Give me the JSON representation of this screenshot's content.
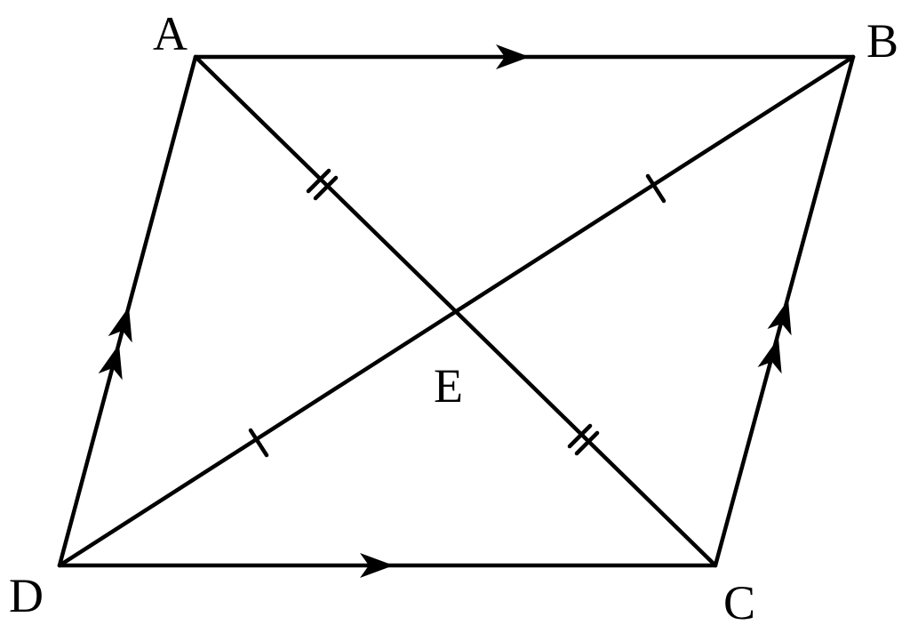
{
  "figure": {
    "line_color": "#000000",
    "background_color": "#ffffff",
    "labels": {
      "A": "A",
      "B": "B",
      "C": "C",
      "D": "D",
      "E": "E"
    }
  }
}
